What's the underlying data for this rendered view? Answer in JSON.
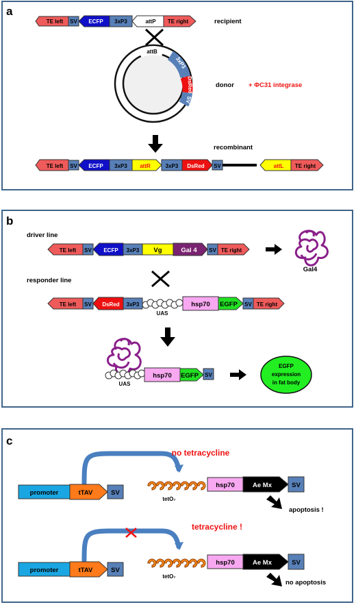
{
  "panel_a": {
    "letter": "a",
    "te_left": "TE left",
    "sv": "SV",
    "ecfp": "ECFP",
    "three_xp3": "3xP3",
    "attp": "attP",
    "te_right": "TE right",
    "recipient": "recipient",
    "attb": "attB",
    "plasmid_3xp3": "3xP3",
    "plasmid_dsred": "DsRed",
    "plasmid_sv": "SV",
    "donor": "donor",
    "integrase": "+ ΦC31 integrase",
    "recombinant": "recombinant",
    "attr": "attR",
    "dsred": "DsRed",
    "attl": "attL"
  },
  "panel_b": {
    "letter": "b",
    "driver_line": "driver line",
    "te_left": "TE left",
    "sv": "SV",
    "ecfp": "ECFP",
    "three_xp3": "3xP3",
    "vg": "Vg",
    "gal4": "Gal 4",
    "te_right": "TE right",
    "gal4_protein": "Gal4",
    "responder_line": "responder line",
    "dsred": "DsRed",
    "uas": "UAS",
    "hsp70": "hsp70",
    "egfp": "EGFP",
    "egfp_expression_1": "EGFP",
    "egfp_expression_2": "expression",
    "egfp_expression_3": "in fat body"
  },
  "panel_c": {
    "letter": "c",
    "promoter": "promoter",
    "ttav": "tTAV",
    "sv": "SV",
    "no_tetracycline": "no tetracycline",
    "teto": "tetO₇",
    "hsp70": "hsp70",
    "ae_mx": "Ae Mx",
    "apoptosis": "apoptosis  !",
    "tetracycline": "tetracycline !",
    "no_apoptosis": "no apoptosis"
  },
  "colors": {
    "te": "#ef5a5a",
    "ecfp": "#1010c8",
    "sv": "#5880b8",
    "att_white": "#ffffff",
    "yellow": "#ffff00",
    "dsred": "#ee1111",
    "gal4": "#7a2370",
    "hsp70": "#f7a8f0",
    "egfp": "#22e022",
    "promoter": "#1aa6e2",
    "ttav": "#ff7a1a",
    "aemx": "#000000",
    "teto": "#ff8c1a",
    "red_text": "#ee1111",
    "panel_border": "#3f6489"
  }
}
